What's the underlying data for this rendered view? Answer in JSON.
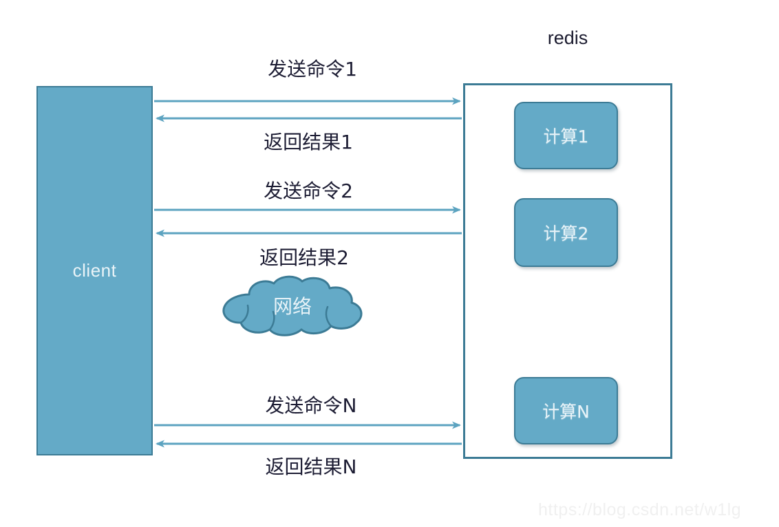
{
  "diagram": {
    "title": "redis",
    "client": {
      "label": "client"
    },
    "network": {
      "label": "网络"
    },
    "compute_nodes": [
      {
        "label": "计算1"
      },
      {
        "label": "计算2"
      },
      {
        "label": "计算N"
      }
    ],
    "flows": [
      {
        "label": "发送命令1",
        "direction": "request"
      },
      {
        "label": "返回结果1",
        "direction": "response"
      },
      {
        "label": "发送命令2",
        "direction": "request"
      },
      {
        "label": "返回结果2",
        "direction": "response"
      },
      {
        "label": "发送命令N",
        "direction": "request"
      },
      {
        "label": "返回结果N",
        "direction": "response"
      }
    ],
    "colors": {
      "fill": "#64AAC7",
      "stroke": "#3C7B95",
      "arrow": "#5CA3C0",
      "text": "#1C1C33",
      "label_on_fill": "#E8F3F8"
    }
  },
  "watermark": {
    "text": "https://blog.csdn.net/w1lg"
  }
}
